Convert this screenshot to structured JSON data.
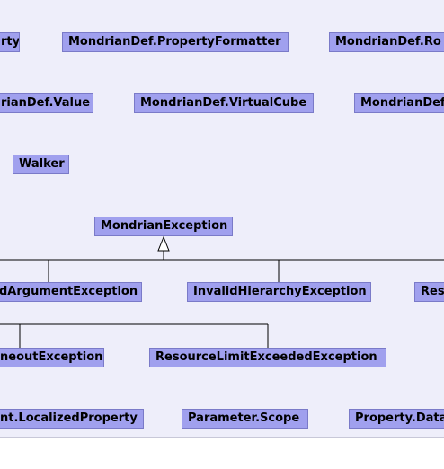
{
  "nodes": {
    "row1": [
      "rty",
      "MondrianDef.PropertyFormatter",
      "MondrianDef.Ro"
    ],
    "row2": [
      "rianDef.Value",
      "MondrianDef.VirtualCube",
      "MondrianDef"
    ],
    "row3": [
      "Walker"
    ],
    "parent": "MondrianException",
    "row5": [
      "dArgumentException",
      "InvalidHierarchyException",
      "Res"
    ],
    "row6": [
      "neoutException",
      "ResourceLimitExceededException"
    ],
    "row7": [
      "nt.LocalizedProperty",
      "Parameter.Scope",
      "Property.Data"
    ]
  },
  "colors": {
    "canvas_background": "#eeeefa",
    "node_fill": "#a0a0ee",
    "node_border": "#7a7ac8",
    "edge": "#000000"
  }
}
